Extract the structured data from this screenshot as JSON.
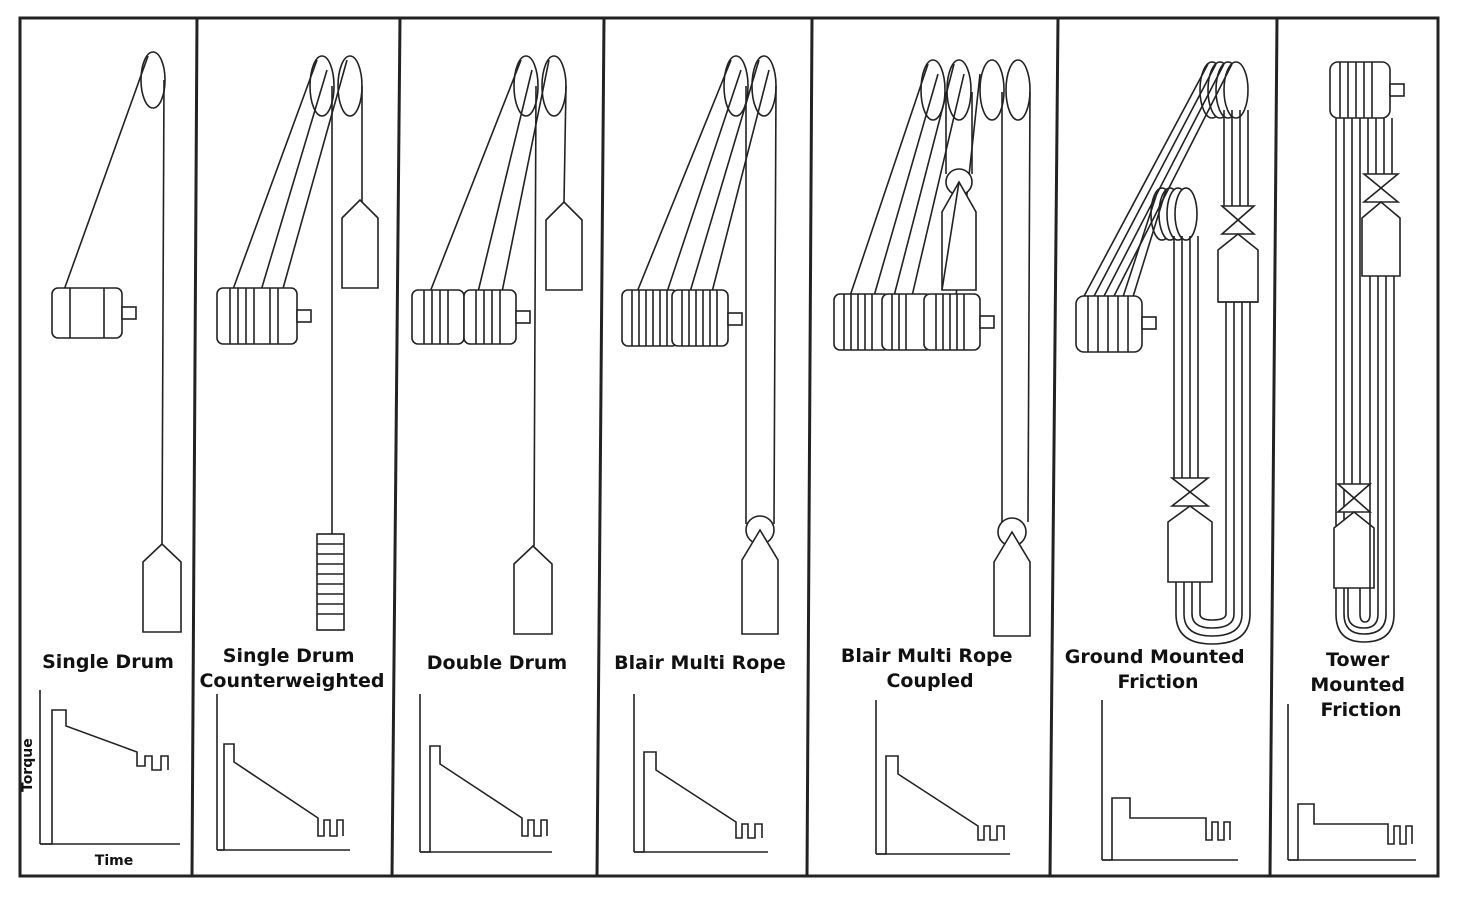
{
  "panels": [
    {
      "id": "single-drum",
      "title_lines": [
        "Single Drum"
      ]
    },
    {
      "id": "single-drum-counterweighted",
      "title_lines": [
        "Single Drum",
        "Counterweighted"
      ]
    },
    {
      "id": "double-drum",
      "title_lines": [
        "Double Drum"
      ]
    },
    {
      "id": "blair-multi-rope",
      "title_lines": [
        "Blair Multi Rope"
      ]
    },
    {
      "id": "blair-multi-rope-coupled",
      "title_lines": [
        "Blair Multi Rope",
        "Coupled"
      ]
    },
    {
      "id": "ground-mounted-friction",
      "title_lines": [
        "Ground Mounted",
        "Friction"
      ]
    },
    {
      "id": "tower-mounted-friction",
      "title_lines": [
        "Tower",
        "Mounted",
        "Friction"
      ]
    }
  ],
  "axes": {
    "y_label": "Torque",
    "x_label": "Time"
  },
  "colors": {
    "line": "#222222",
    "background": "#ffffff"
  }
}
